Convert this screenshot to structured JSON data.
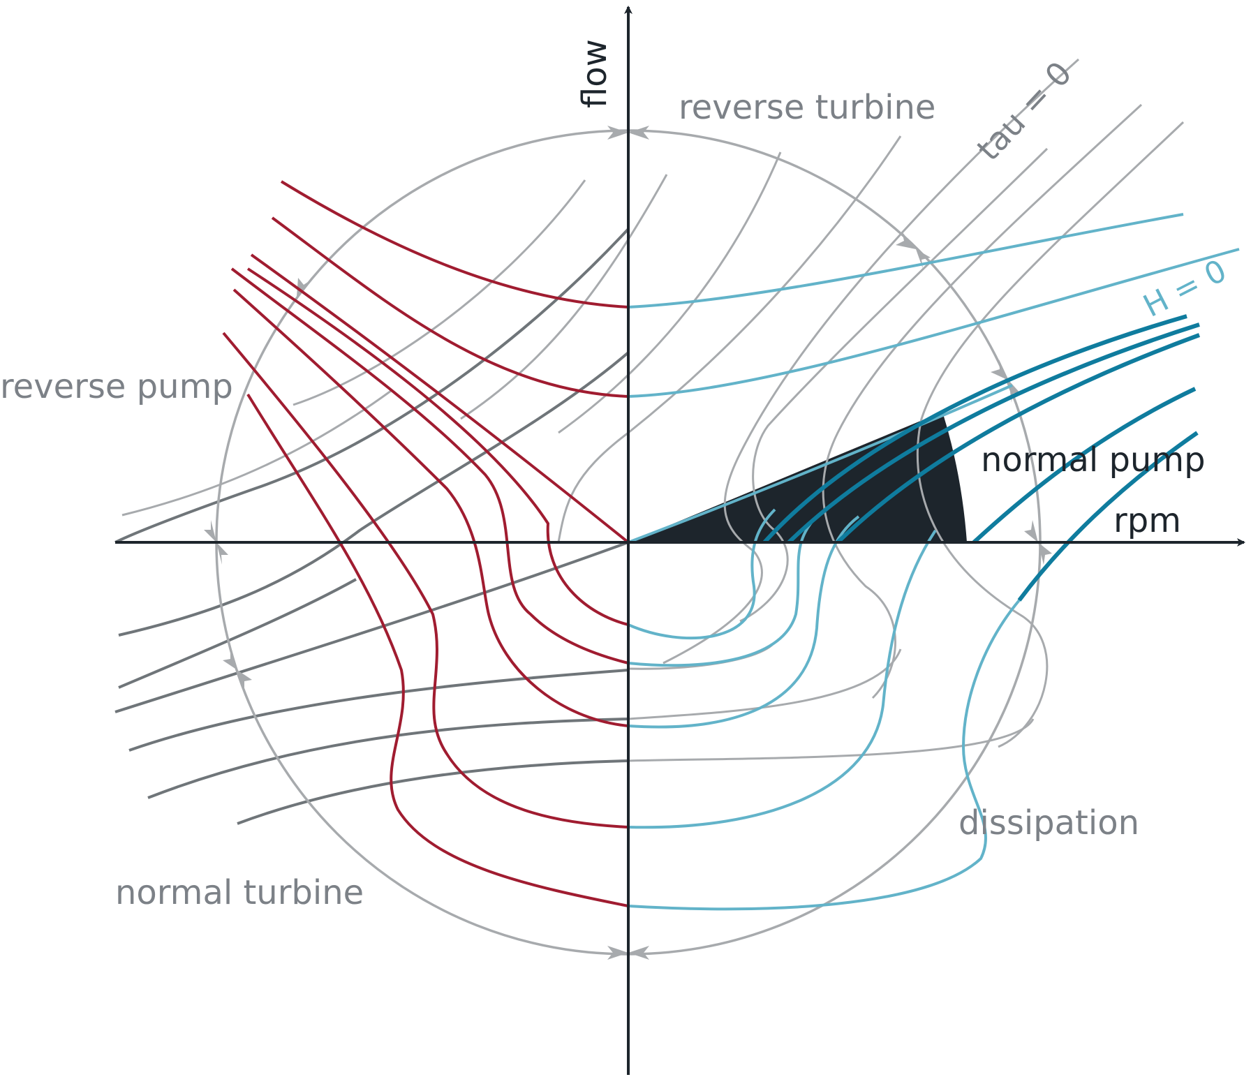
{
  "axes": {
    "x_label": "rpm",
    "y_label": "flow"
  },
  "regions": {
    "reverse_turbine": "reverse turbine",
    "reverse_pump": "reverse pump",
    "normal_pump": "normal pump",
    "normal_turbine": "normal turbine",
    "dissipation": "dissipation"
  },
  "curve_labels": {
    "tau_zero": "tau = 0",
    "h_zero": "H = 0"
  },
  "colors": {
    "axis": "#1d252c",
    "red_curves": "#a01c30",
    "light_blue_curves": "#62b3c9",
    "dark_blue_curves": "#0f7c9e",
    "gray_curves": "#a7aaad",
    "dark_gray_curves": "#6f7579",
    "operating_region": "#1d252c"
  }
}
